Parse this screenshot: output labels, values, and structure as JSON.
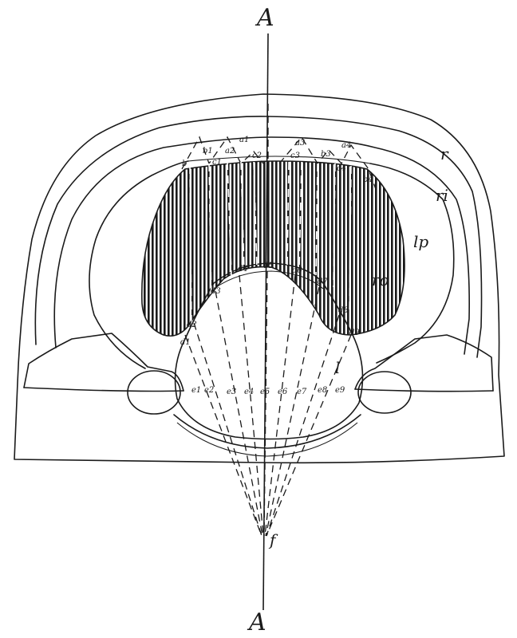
{
  "labels": {
    "axis_top": "A",
    "axis_bottom": "A",
    "focus": "f",
    "r": "r",
    "ri": "ri",
    "lp": "lp",
    "ro": "ro",
    "l": "l",
    "a1": "a1",
    "a2": "a2",
    "a3": "a3",
    "a4": "a4",
    "b": "b",
    "b1": "b1",
    "b3": "b3",
    "b4": "b4",
    "c1": "c1",
    "c2": "c2",
    "c3": "c3",
    "c4": "c4",
    "d1": "d1",
    "d2": "d2",
    "d3": "d3",
    "d4": "d4",
    "d5": "d5",
    "d6": "d6",
    "d7": "d7",
    "d8": "d8",
    "d9": "d9",
    "e1": "e1",
    "e2": "e2",
    "e3": "e3",
    "e4": "e4",
    "e5": "e5",
    "e6": "e6",
    "e7": "e7",
    "e8": "e8",
    "e9": "e9"
  }
}
